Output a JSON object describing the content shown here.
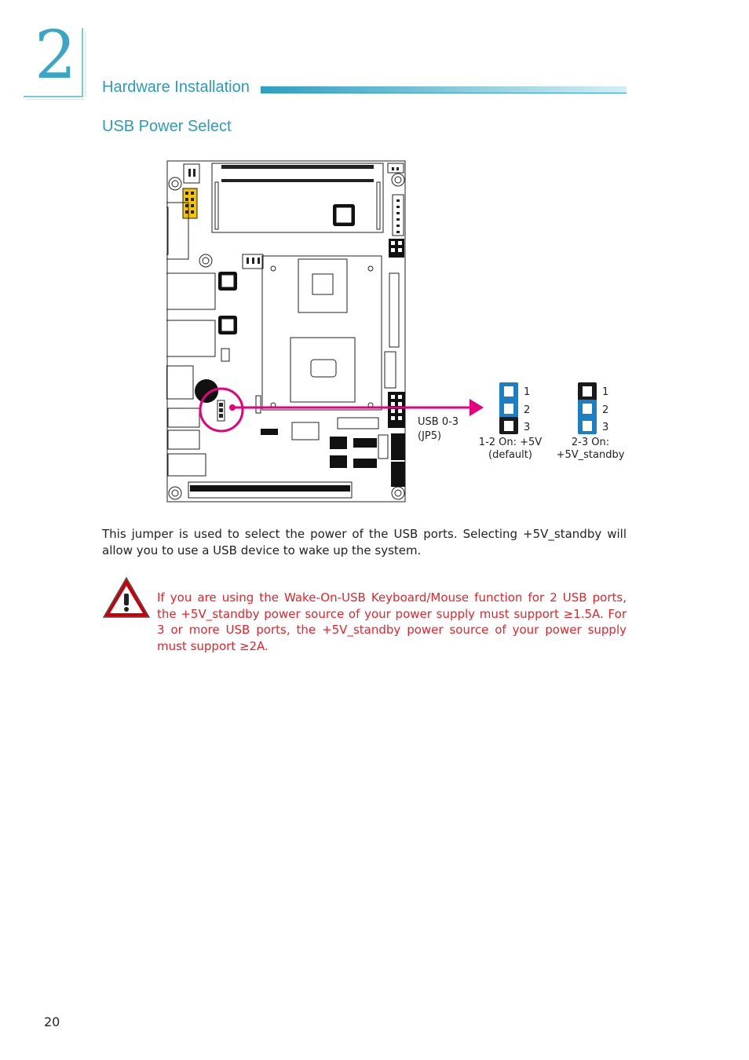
{
  "chapter": {
    "number": "2"
  },
  "header": {
    "section_title": "Hardware Installation"
  },
  "section": {
    "title": "USB Power Select"
  },
  "diagram": {
    "connector_label_line1": "USB 0-3",
    "connector_label_line2": "(JP5)",
    "jumper_a": {
      "pins": [
        "1",
        "2",
        "3"
      ],
      "setting_line1": "1-2 On: +5V",
      "setting_line2": "(default)"
    },
    "jumper_b": {
      "pins": [
        "1",
        "2",
        "3"
      ],
      "setting_line1": "2-3 On:",
      "setting_line2": "+5V_standby"
    },
    "colors": {
      "jumper_cap": "#1a7fc4",
      "pointer": "#e6007e",
      "pin": "#1a1a1a"
    }
  },
  "body": {
    "paragraph": "This jumper is used to select the power of the USB ports. Selecting +5V_standby will allow you to use a USB device to wake up the system.",
    "warning": "If you are using the Wake-On-USB Keyboard/Mouse function for 2 USB ports, the +5V_standby power source of your power supply must support ≥1.5A. For 3 or more USB ports, the +5V_standby power source of your power supply must support ≥2A."
  },
  "footer": {
    "page_number": "20"
  },
  "theme": {
    "accent": "#2a9cc0",
    "warning": "#e8232a"
  }
}
